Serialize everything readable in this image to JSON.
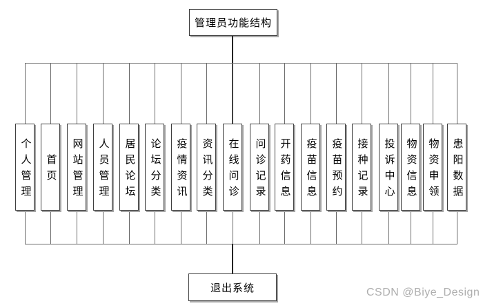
{
  "diagram": {
    "root_label": "管理员功能结构",
    "modules": [
      "个人管理",
      "首页",
      "网站管理",
      "人员管理",
      "居民论坛",
      "论坛分类",
      "疫情资讯",
      "资讯分类",
      "在线问诊",
      "问诊记录",
      "开药信息",
      "疫苗信息",
      "疫苗预约",
      "接种记录",
      "投诉中心",
      "物资信息",
      "物资申领",
      "患阳数据"
    ],
    "exit_label": "退出系统"
  },
  "watermark": {
    "text": "CSDN @Biye_Design"
  },
  "colors": {
    "background": "#ffffff",
    "line": "#696969",
    "line_dark": "#242424",
    "box_border": "#3f3f3f",
    "box_shadow": "#a6a6a6",
    "text": "#000000",
    "watermark": "#aeaeae"
  }
}
